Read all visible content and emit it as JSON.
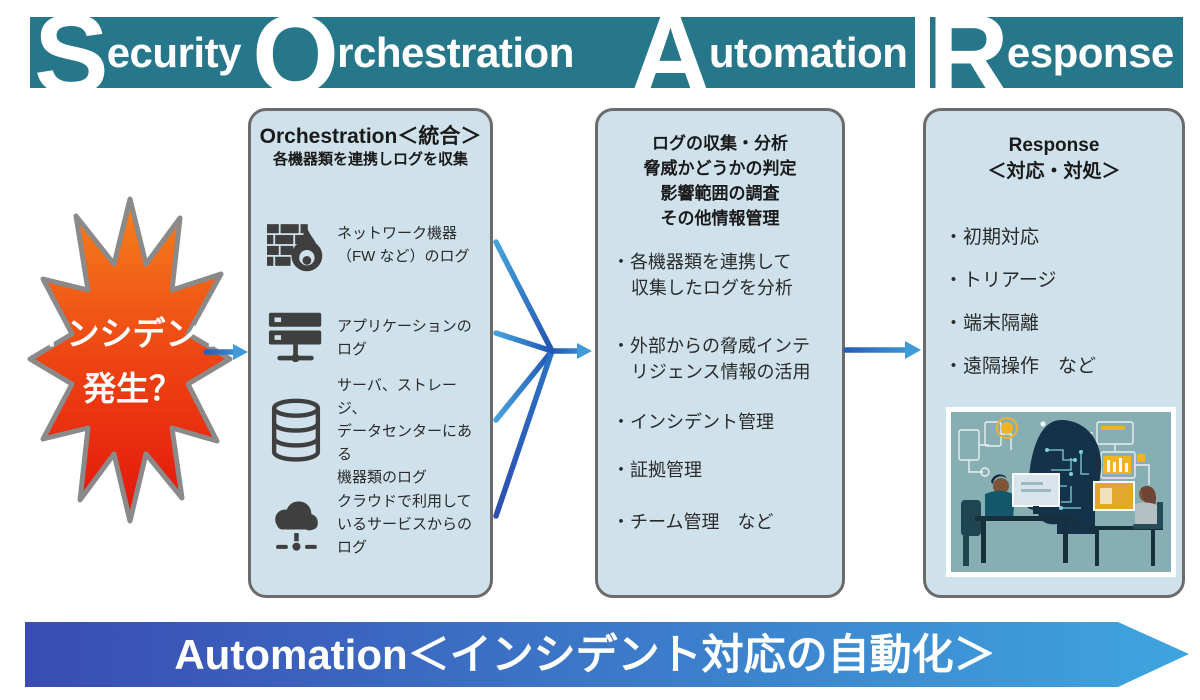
{
  "colors": {
    "banner_teal": "#27778A",
    "panel_fill": "#CFE2EB",
    "panel_border": "#6B6B6B",
    "arrow_dark_blue": "#2A5DB8",
    "arrow_light_blue": "#41A0DA",
    "burst_orange_top": "#F5821E",
    "burst_red_bottom": "#E3150C",
    "burst_outline_gray": "#8A8A8A",
    "bottom_banner_left": "#3A4CB3",
    "bottom_banner_right": "#3EA5DE",
    "icon_dark_gray": "#3F3F3F"
  },
  "top_banner": {
    "words": [
      {
        "initial": "S",
        "rest": "ecurity"
      },
      {
        "initial": "O",
        "rest": "rchestration"
      },
      {
        "initial": "A",
        "rest": "utomation"
      },
      {
        "initial": "R",
        "rest": "esponse"
      }
    ]
  },
  "incident_burst": {
    "text": "インシデント\n発生？"
  },
  "orchestration_panel": {
    "title": "Orchestration＜統合＞",
    "subtitle": "各機器類を連携しログを収集",
    "sources": [
      {
        "icon": "firewall-icon",
        "label": "ネットワーク機器\n（FW など）のログ"
      },
      {
        "icon": "server-icon",
        "label": "アプリケーションの\nログ"
      },
      {
        "icon": "database-icon",
        "label": "サーバ、ストレージ、\nデータセンターにある\n機器類のログ"
      },
      {
        "icon": "cloud-icon",
        "label": "クラウドで利用して\nいるサービスからの\nログ"
      }
    ]
  },
  "analysis_panel": {
    "header_lines": [
      "ログの収集・分析",
      "脅威かどうかの判定",
      "影響範囲の調査",
      "その他情報管理"
    ],
    "bullets": [
      "・各機器類を連携して\n収集したログを分析",
      "・外部からの脅威インテ\nリジェンス情報の活用",
      "・インシデント管理",
      "・証拠管理",
      "・チーム管理　など"
    ]
  },
  "response_panel": {
    "title": "Response\n＜対応・対処＞",
    "bullets": [
      "・初期対応",
      "・トリアージ",
      "・端末隔離",
      "・遠隔操作　など"
    ],
    "illustration": "ai-analysts-illustration"
  },
  "bottom_banner": {
    "text": "Automation＜インシデント対応の自動化＞"
  }
}
